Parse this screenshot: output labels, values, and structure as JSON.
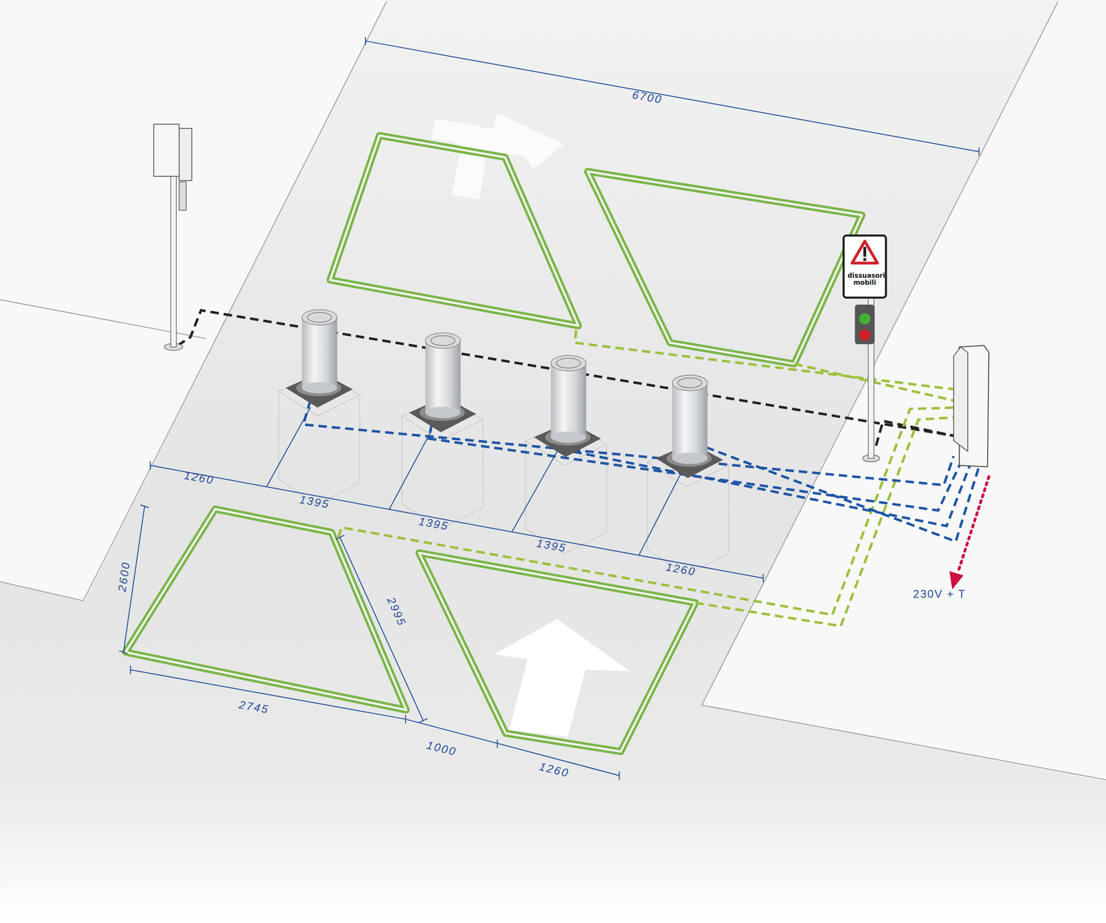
{
  "diagram": {
    "labels": [
      "6700",
      "1260",
      "1395",
      "1395",
      "1395",
      "1260",
      "2600",
      "2995",
      "2745",
      "1000",
      "1260",
      "dissuasori mobili",
      "230V + T"
    ]
  }
}
